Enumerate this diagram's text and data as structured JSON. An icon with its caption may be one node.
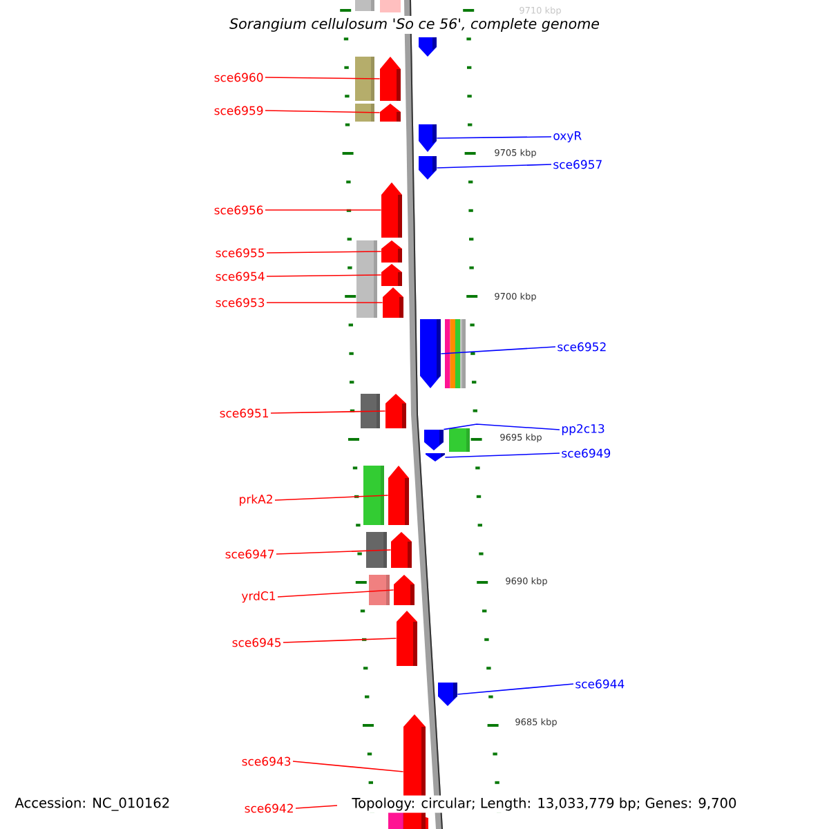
{
  "diagram": {
    "title": "Sorangium cellulosum 'So ce 56', complete genome",
    "nodes": [
      {
        "text": [],
        "shape": "arrow"
      },
      {
        "text": [
          "sce6960"
        ]
      },
      {
        "text": [],
        "shape": "arrow"
      },
      {
        "text": [
          "sce6959"
        ]
      },
      {
        "text": [],
        "shape": "arrow"
      },
      {
        "text": [
          "oxyR"
        ]
      },
      {
        "text": [],
        "shape": "arrow"
      },
      {
        "text": [
          "sce6957"
        ]
      },
      {
        "text": [],
        "shape": "arrow"
      },
      {
        "text": [
          "sce6956"
        ]
      },
      {
        "text": [],
        "shape": "arrow"
      },
      {
        "text": [
          "sce6955"
        ]
      },
      {
        "text": [],
        "shape": "arrow"
      },
      {
        "text": [
          "sce6954"
        ]
      },
      {
        "text": [],
        "shape": "arrow"
      },
      {
        "text": [
          "sce6953"
        ]
      },
      {
        "text": [],
        "shape": "arrow"
      },
      {
        "text": [
          "sce6952"
        ]
      },
      {
        "text": [],
        "shape": "arrow"
      },
      {
        "text": [
          "sce6951"
        ]
      },
      {
        "text": [],
        "shape": "arrow"
      },
      {
        "text": [
          "pp2c13"
        ]
      },
      {
        "text": [],
        "shape": "arrow"
      },
      {
        "text": [
          "sce6949"
        ]
      },
      {
        "text": [],
        "shape": "arrow"
      },
      {
        "text": [
          "prkA2"
        ]
      },
      {
        "text": [],
        "shape": "arrow"
      },
      {
        "text": [
          "sce6947"
        ]
      },
      {
        "text": [],
        "shape": "arrow"
      },
      {
        "text": [
          "yrdC1"
        ]
      },
      {
        "text": [],
        "shape": "arrow"
      },
      {
        "text": [
          "sce6945"
        ]
      },
      {
        "text": [],
        "shape": "arrow"
      },
      {
        "text": [
          "sce6944"
        ]
      },
      {
        "text": [],
        "shape": "arrow"
      },
      {
        "text": [
          "sce6943"
        ]
      },
      {
        "text": [],
        "shape": "arrow"
      },
      {
        "text": [
          "sce6942"
        ]
      }
    ],
    "edges": [
      {
        "from": 1,
        "to": 2,
        "arrow": "none"
      },
      {
        "from": 3,
        "to": 4,
        "arrow": "none"
      },
      {
        "from": 5,
        "to": 6,
        "arrow": "none",
        "color": "#0000ff"
      },
      {
        "from": 7,
        "to": 8,
        "arrow": "none",
        "color": "#0000ff"
      },
      {
        "from": 9,
        "to": 10,
        "arrow": "none"
      },
      {
        "from": 11,
        "to": 12,
        "arrow": "none"
      },
      {
        "from": 13,
        "to": 14,
        "arrow": "none"
      },
      {
        "from": 15,
        "to": 16,
        "arrow": "none"
      },
      {
        "from": 17,
        "to": 18,
        "arrow": "none",
        "color": "#0000ff"
      },
      {
        "from": 19,
        "to": 20,
        "arrow": "none"
      },
      {
        "from": 21,
        "to": 22,
        "arrow": "none",
        "color": "#0000ff"
      },
      {
        "from": 23,
        "to": 24,
        "arrow": "none",
        "color": "#0000ff"
      },
      {
        "from": 25,
        "to": 26,
        "arrow": "none"
      },
      {
        "from": 27,
        "to": 28,
        "arrow": "none"
      },
      {
        "from": 29,
        "to": 30,
        "arrow": "none"
      },
      {
        "from": 31,
        "to": 32,
        "arrow": "none"
      },
      {
        "from": 33,
        "to": 34,
        "arrow": "none",
        "color": "#0000ff"
      },
      {
        "from": 35,
        "to": 36,
        "arrow": "none"
      },
      {
        "from": 37,
        "to": null,
        "arrow": "none"
      }
    ],
    "labels": [
      "9710 kbp",
      "9705 kbp",
      "9700 kbp",
      "9695 kbp",
      "9690 kbp",
      "9685 kbp",
      "Accession: NC_010162",
      "Topology: circular; Length: 13,033,779 bp; Genes: 9,700"
    ]
  }
}
